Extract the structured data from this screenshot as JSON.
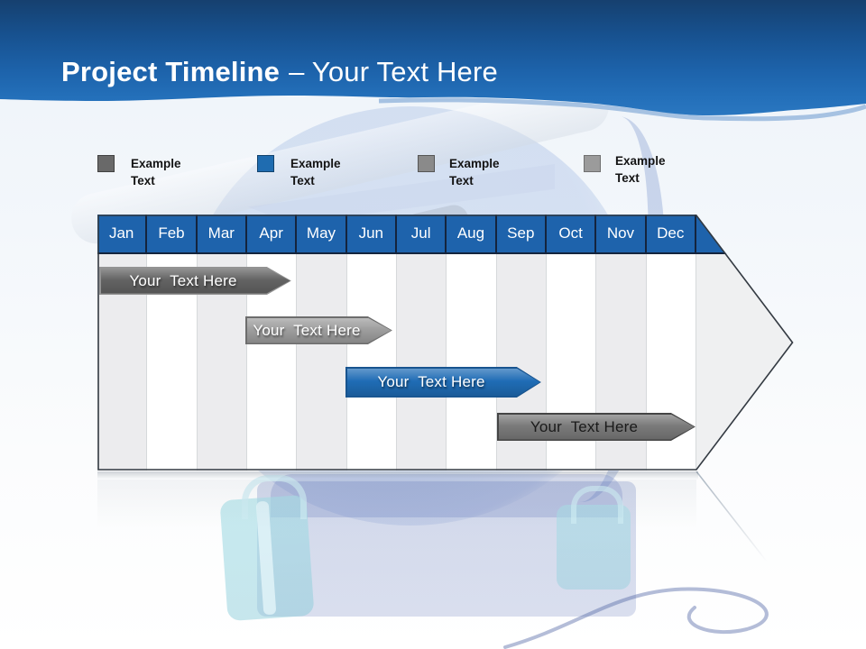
{
  "slide": {
    "title": {
      "bold": "Project Timeline",
      "light": "– Your Text Here"
    }
  },
  "legend": {
    "items": [
      {
        "label": "Example Text",
        "color": "#696969"
      },
      {
        "label": "Example Text",
        "color": "#1f6cb0"
      },
      {
        "label": "Example Text",
        "color": "#8a8a8a"
      },
      {
        "label": "Example Text",
        "color": "#9b9b9b"
      }
    ]
  },
  "timeline": {
    "header_color": "#1e63ac",
    "months": [
      "Jan",
      "Feb",
      "Mar",
      "Apr",
      "May",
      "Jun",
      "Jul",
      "Aug",
      "Sep",
      "Oct",
      "Nov",
      "Dec"
    ],
    "bars": [
      {
        "label": "Your  Text Here",
        "color": "#636363",
        "text_color": "#ffffff",
        "months": "Jan–Apr"
      },
      {
        "label": "Your  Text Here",
        "color": "#9e9e9e",
        "text_color": "#ffffff",
        "months": "Apr–Jun"
      },
      {
        "label": "Your  Text Here",
        "color": "#1f6cb5",
        "text_color": "#ffffff",
        "months": "Jun–Sep"
      },
      {
        "label": "Your  Text Here",
        "color": "#7a7a7a",
        "text_color": "#1a1a1a",
        "months": "Sep–Dec"
      }
    ]
  },
  "colors": {
    "banner_blue_dark": "#16406f",
    "banner_blue_light": "#2a77c0",
    "column_stripe": "#ececee",
    "arrow_fill": "#eff0f1"
  }
}
